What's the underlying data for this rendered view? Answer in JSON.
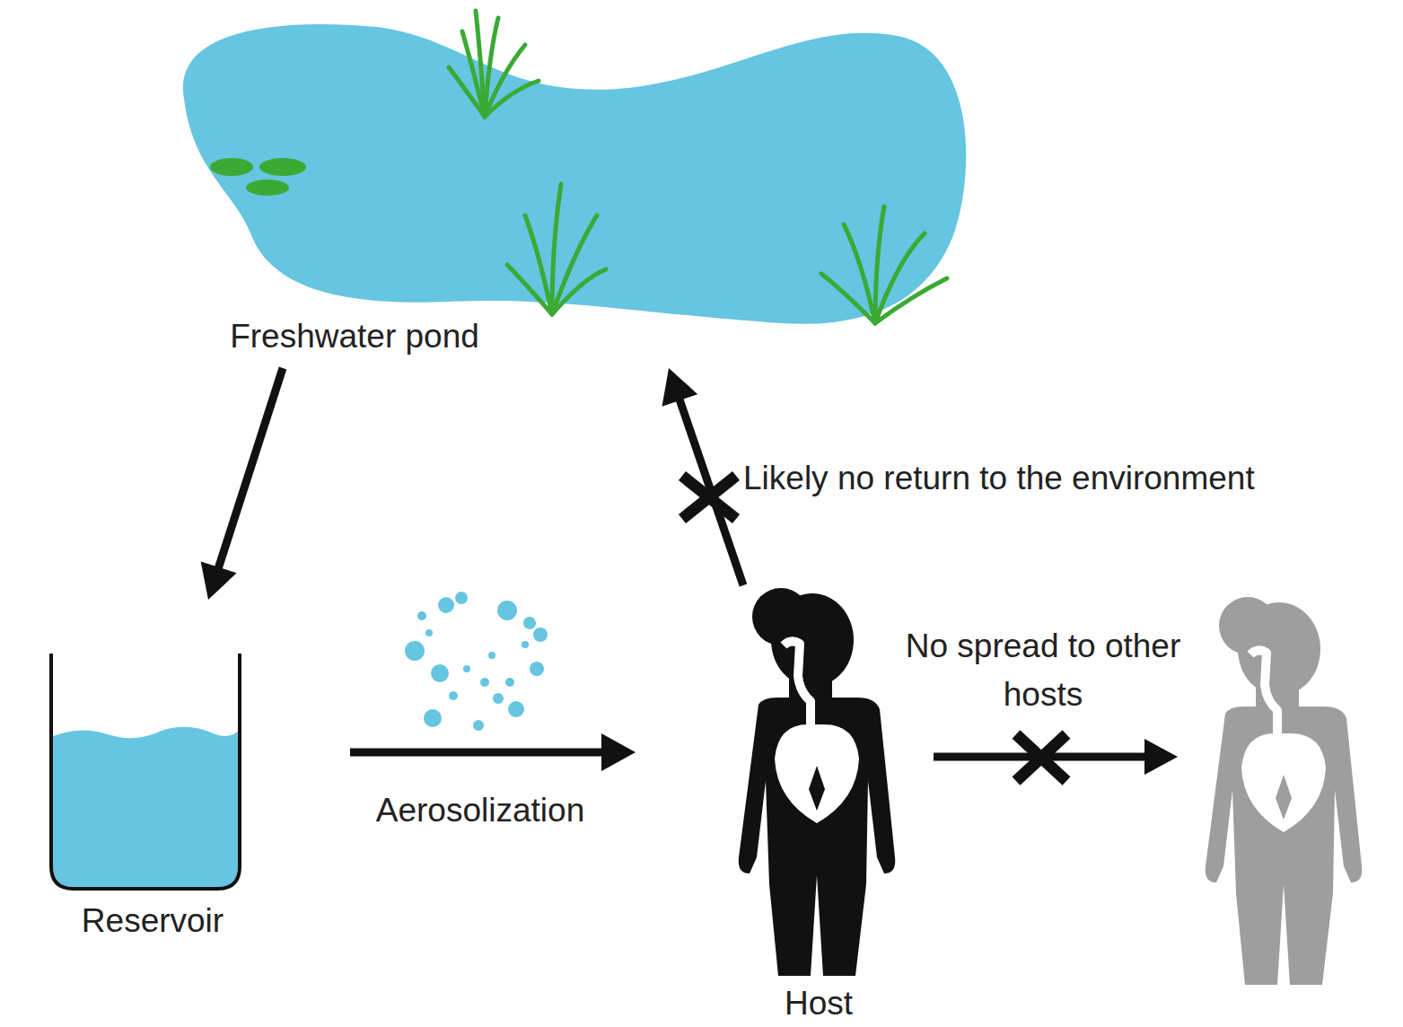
{
  "diagram": {
    "nodes": [
      {
        "text": [
          "Freshwater pond"
        ]
      },
      {
        "text": [
          "Reservoir"
        ]
      },
      {
        "text": [
          "Host"
        ]
      }
    ],
    "edges": [
      {
        "from": 0,
        "to": 1,
        "arrow": "to"
      },
      {
        "from": 1,
        "to": 2,
        "label": "Aerosolization",
        "arrow": "to"
      },
      {
        "from": 2,
        "to": 0,
        "label": "Likely no return to the environment",
        "arrow": "to"
      }
    ],
    "labels": [
      "No spread to other hosts"
    ]
  }
}
